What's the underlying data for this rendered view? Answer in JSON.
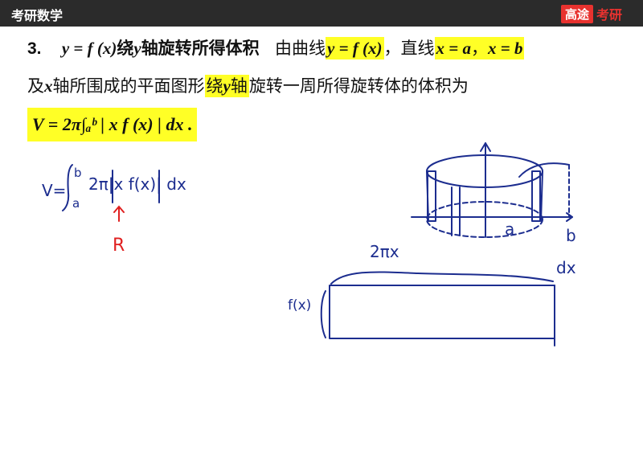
{
  "header": {
    "course_title": "考研数学",
    "brand_logo": "高途",
    "brand_sub": "考研"
  },
  "content": {
    "item_number": "3.",
    "heading_formula": "y = f (x)",
    "heading_text_1": "绕",
    "heading_var": "y",
    "heading_text_2": "轴旋转所得体积",
    "desc_1": "由曲线",
    "curve_formula": "y = f (x)",
    "desc_2": "，直线",
    "line_a": "x = a",
    "sep": "，",
    "line_b": "x = b",
    "desc_3": "及",
    "desc_var_x": "x",
    "desc_4": "轴所围成的平面图形",
    "desc_5": "绕",
    "desc_var_y": "y",
    "desc_6": "轴",
    "desc_7": "旋转一周所得旋转体的体积为",
    "volume_formula": "V = 2π∫ₐᵇ | x f (x) | dx ."
  },
  "handwriting": {
    "formula_v": "V=",
    "int_upper": "b",
    "int_lower": "a",
    "integrand": "2π|x f(x)| dx",
    "arrow_label": "R",
    "diagram_a": "a",
    "diagram_b": "b",
    "strip_top": "2πx",
    "strip_right": "dx",
    "strip_left": "f(x)"
  },
  "colors": {
    "highlight": "#ffff26",
    "ink_blue": "#1c2d8f",
    "ink_red": "#e02020",
    "brand_red": "#e8322f",
    "topbar": "#2b2b2b"
  }
}
